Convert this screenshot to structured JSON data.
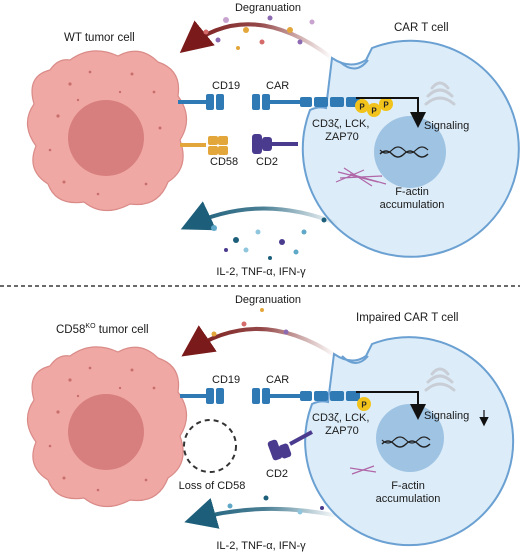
{
  "top": {
    "degranulation": "Degranuation",
    "wt_tumor_title": "WT tumor cell",
    "cart_title": "CAR T cell",
    "cd19": "CD19",
    "car": "CAR",
    "cd58": "CD58",
    "cd2": "CD2",
    "signal_proteins": "CD3ζ, LCK,",
    "signal_proteins_2": "ZAP70",
    "signaling": "Signaling",
    "factin_1": "F-actin",
    "factin_2": "accumulation",
    "cytokines": "IL-2, TNF-α, IFN-γ",
    "phospho": "P"
  },
  "bottom": {
    "degranulation": "Degranuation",
    "ko_tumor_title_main": "CD58",
    "ko_tumor_title_sup": "KO",
    "ko_tumor_title_rest": " tumor cell",
    "cart_title": "Impaired CAR T cell",
    "cd19": "CD19",
    "car": "CAR",
    "cd2": "CD2",
    "loss": "Loss of CD58",
    "signal_proteins": "CD3ζ, LCK,",
    "signal_proteins_2": "ZAP70",
    "signaling": "Signaling",
    "factin_1": "F-actin",
    "factin_2": "accumulation",
    "cytokines": "IL-2, TNF-α, IFN-γ",
    "phospho": "P"
  },
  "colors": {
    "tumor_fill": "#f0a8a4",
    "tumor_nucleus": "#d77f7e",
    "tcell_fill": "#dcecf8",
    "tcell_stroke": "#6aa0d2",
    "tcell_nucleus": "#9ec3e3",
    "cd19_blue": "#2f79b5",
    "cd58_orange": "#e3a63a",
    "cd2_purple": "#4b3b8f",
    "phospho_yellow": "#f2c31a",
    "degran_arrow": "#7a1a1a",
    "cytokine_arrow": "#1d5f7a"
  }
}
